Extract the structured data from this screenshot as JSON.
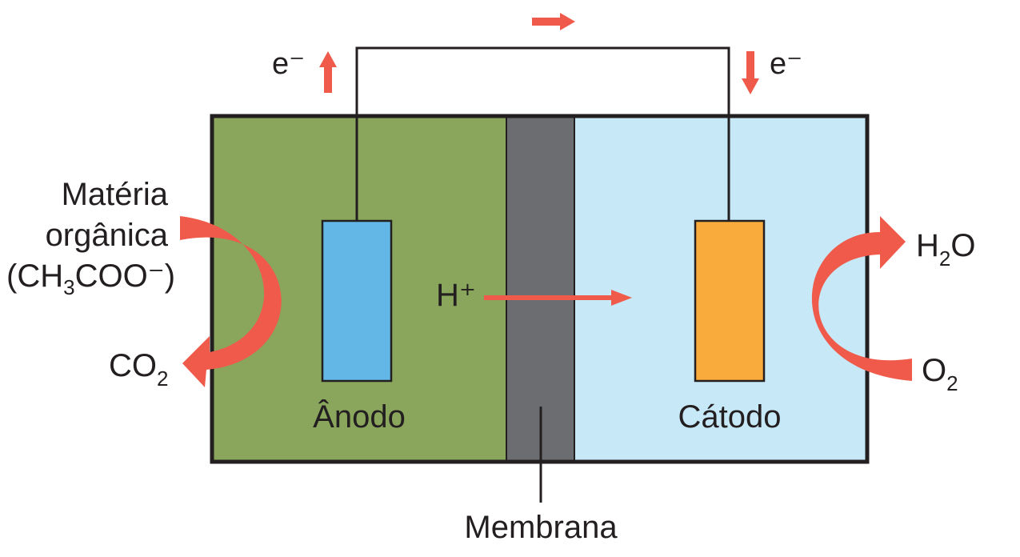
{
  "labels": {
    "electron_left": "e⁻",
    "electron_right": "e⁻",
    "organic_matter_line1": "Matéria",
    "organic_matter_line2": "orgânica",
    "acetate_prefix": "(CH",
    "acetate_subscript": "3",
    "acetate_suffix": "COO⁻)",
    "co2_main": "CO",
    "co2_subscript": "2",
    "proton": "H⁺",
    "anode": "Ânodo",
    "cathode": "Cátodo",
    "membrane": "Membrana",
    "water_h": "H",
    "water_subscript": "2",
    "water_o": "O",
    "oxygen_main": "O",
    "oxygen_subscript": "2"
  },
  "colors": {
    "anode_chamber": "#8aa65c",
    "cathode_chamber": "#c6e8f7",
    "membrane": "#6b6d70",
    "anode_electrode": "#63b7e6",
    "cathode_electrode": "#f9ac3b",
    "arrow": "#ef5a4a",
    "outline": "#231f20"
  },
  "icons": {
    "flow_arrow": "arrow-icon"
  }
}
